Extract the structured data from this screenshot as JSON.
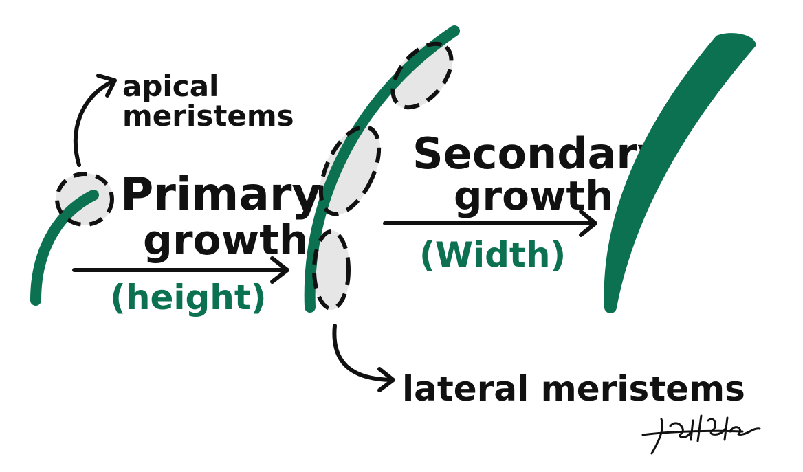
{
  "labels": {
    "apical": [
      "apical",
      "meristems"
    ],
    "primary": [
      "Primary",
      "growth"
    ],
    "height": "(height)",
    "secondary": [
      "Secondary",
      "growth"
    ],
    "width": "(Width)",
    "lateral": "lateral meristems"
  },
  "signature": "Val Holden",
  "colors": {
    "stem": "#0b7150",
    "ink": "#111111",
    "meristem_fill": "#e6e6e6"
  }
}
